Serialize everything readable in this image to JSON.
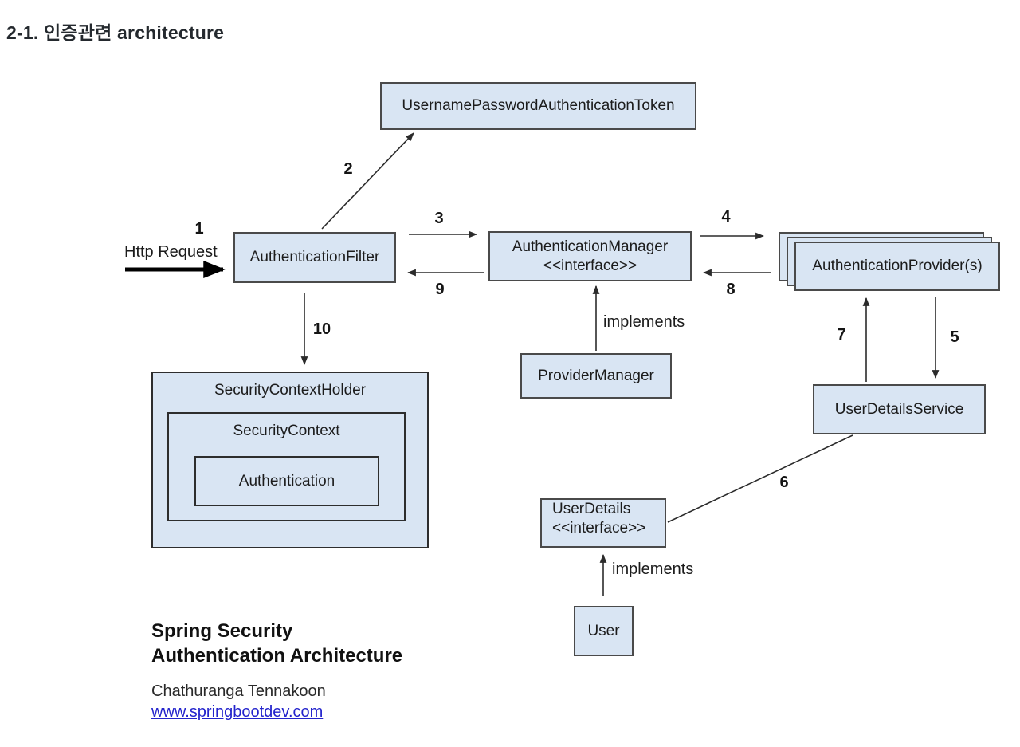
{
  "page_title": "2-1. 인증관련 architecture",
  "nodes": {
    "token": "UsernamePasswordAuthenticationToken",
    "filter": "AuthenticationFilter",
    "manager_name": "AuthenticationManager",
    "manager_stereotype": "<<interface>>",
    "providers": "AuthenticationProvider(s)",
    "provider_manager": "ProviderManager",
    "security_context_holder": "SecurityContextHolder",
    "security_context": "SecurityContext",
    "authentication": "Authentication",
    "user_details_service": "UserDetailsService",
    "user_details_name": "UserDetails",
    "user_details_stereotype": "<<interface>>",
    "user": "User"
  },
  "labels": {
    "http_request": "Http Request",
    "implements_provider_manager": "implements",
    "implements_user": "implements"
  },
  "steps": {
    "n1": "1",
    "n2": "2",
    "n3": "3",
    "n4": "4",
    "n5": "5",
    "n6": "6",
    "n7": "7",
    "n8": "8",
    "n9": "9",
    "n10": "10"
  },
  "footer": {
    "title_line1": "Spring Security",
    "title_line2": "Authentication Architecture",
    "author": "Chathuranga Tennakoon",
    "link": "www.springbootdev.com"
  },
  "colors": {
    "box_fill": "#d9e5f3",
    "box_border": "#4a4a4a",
    "arrow": "#2b2b2b",
    "link": "#2323cc"
  }
}
